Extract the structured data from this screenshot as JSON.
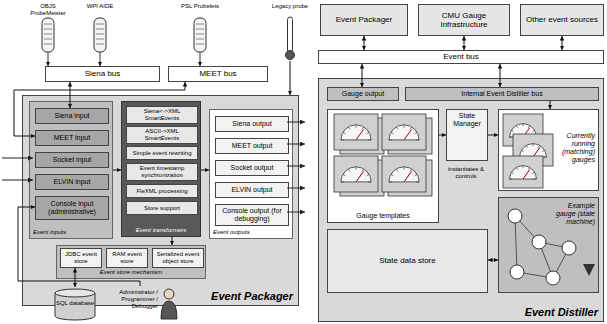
{
  "diagram": {
    "nodes": [
      {
        "text": [
          "OBJS ProbeMeister"
        ]
      },
      {
        "text": [
          "WPI AIDE"
        ]
      },
      {
        "text": [
          "PSL Probelets"
        ]
      },
      {
        "text": [
          "Legacy probe"
        ]
      },
      {
        "text": [
          "Siena bus"
        ]
      },
      {
        "text": [
          "MEET bus"
        ]
      },
      {
        "text": [
          "Event Packager"
        ]
      },
      {
        "text": [
          "Event inputs"
        ],
        "in": 6
      },
      {
        "text": [
          "Siena input"
        ],
        "in": 7
      },
      {
        "text": [
          "MEET input"
        ],
        "in": 7
      },
      {
        "text": [
          "Socket input"
        ],
        "in": 7
      },
      {
        "text": [
          "ELVIN input"
        ],
        "in": 7
      },
      {
        "text": [
          "Console input (administrative)"
        ],
        "in": 7
      },
      {
        "text": [
          "Event transformers"
        ],
        "in": 6
      },
      {
        "text": [
          "Siena<->XML SmartEvents"
        ],
        "in": 13
      },
      {
        "text": [
          "ASCII->XML SmartEvents"
        ],
        "in": 13
      },
      {
        "text": [
          "Simple event rewriting"
        ],
        "in": 13
      },
      {
        "text": [
          "Event timestamp synchronization"
        ],
        "in": 13
      },
      {
        "text": [
          "FleXML processing"
        ],
        "in": 13
      },
      {
        "text": [
          "Store support"
        ],
        "in": 13
      },
      {
        "text": [
          "Event outputs"
        ],
        "in": 6
      },
      {
        "text": [
          "Siena output"
        ],
        "in": 20
      },
      {
        "text": [
          "MEET output"
        ],
        "in": 20
      },
      {
        "text": [
          "Socket output"
        ],
        "in": 20
      },
      {
        "text": [
          "ELVIN output"
        ],
        "in": 20
      },
      {
        "text": [
          "Console output (for debugging)"
        ],
        "in": 20
      },
      {
        "text": [
          "Event store mechanism"
        ],
        "in": 6
      },
      {
        "text": [
          "JDBC event store"
        ],
        "in": 26
      },
      {
        "text": [
          "RAM event store"
        ],
        "in": 26
      },
      {
        "text": [
          "Serialized event object store"
        ],
        "in": 26
      },
      {
        "text": [
          "SQL database"
        ]
      },
      {
        "text": [
          "Administrator / Programmer / Debugger"
        ]
      },
      {
        "text": [
          "Event Packager"
        ]
      },
      {
        "text": [
          "CMU Gauge Infrastructure"
        ]
      },
      {
        "text": [
          "Other event sources"
        ]
      },
      {
        "text": [
          "Event bus"
        ]
      },
      {
        "text": [
          "Event Distiller"
        ]
      },
      {
        "text": [
          "Gauge output"
        ],
        "in": 36
      },
      {
        "text": [
          "Internal Event Distiller bus"
        ],
        "in": 36
      },
      {
        "text": [
          "Gauge templates"
        ],
        "in": 36
      },
      {
        "text": [
          "State Manager"
        ],
        "in": 36
      },
      {
        "text": [
          "Currently running (matching) gauges"
        ],
        "in": 36
      },
      {
        "text": [
          "Example gauge (state machine)"
        ],
        "in": 36
      },
      {
        "text": [
          "State data store"
        ],
        "in": 36
      }
    ],
    "edges": [
      {
        "from": 0,
        "to": 4,
        "arrow": "to"
      },
      {
        "from": 1,
        "to": 4,
        "arrow": "to"
      },
      {
        "from": 2,
        "to": 5,
        "arrow": "to"
      },
      {
        "from": 3,
        "to": 6,
        "arrow": "to"
      },
      {
        "from": 4,
        "to": 8,
        "arrow": "both"
      },
      {
        "from": 5,
        "to": 9,
        "arrow": "both"
      },
      {
        "from": 7,
        "to": 13,
        "arrow": "to"
      },
      {
        "from": 13,
        "to": 20,
        "arrow": "to"
      },
      {
        "from": 13,
        "to": 26,
        "arrow": "to"
      },
      {
        "from": 31,
        "to": 12,
        "arrow": "to"
      },
      {
        "from": 27,
        "to": 30,
        "arrow": "both"
      },
      {
        "from": 32,
        "to": 35,
        "arrow": "both"
      },
      {
        "from": 33,
        "to": 35,
        "arrow": "both"
      },
      {
        "from": 34,
        "to": 35,
        "arrow": "both"
      },
      {
        "from": 35,
        "to": 37,
        "arrow": "both"
      },
      {
        "from": 35,
        "to": 38,
        "arrow": "both"
      },
      {
        "from": 38,
        "to": 41,
        "arrow": "to"
      },
      {
        "from": 39,
        "to": 40,
        "arrow": "to"
      },
      {
        "from": 40,
        "to": 41,
        "arrow": "to"
      },
      {
        "from": 42,
        "to": 43,
        "arrow": "both"
      }
    ],
    "labels": [
      "instantiates & controls"
    ]
  }
}
